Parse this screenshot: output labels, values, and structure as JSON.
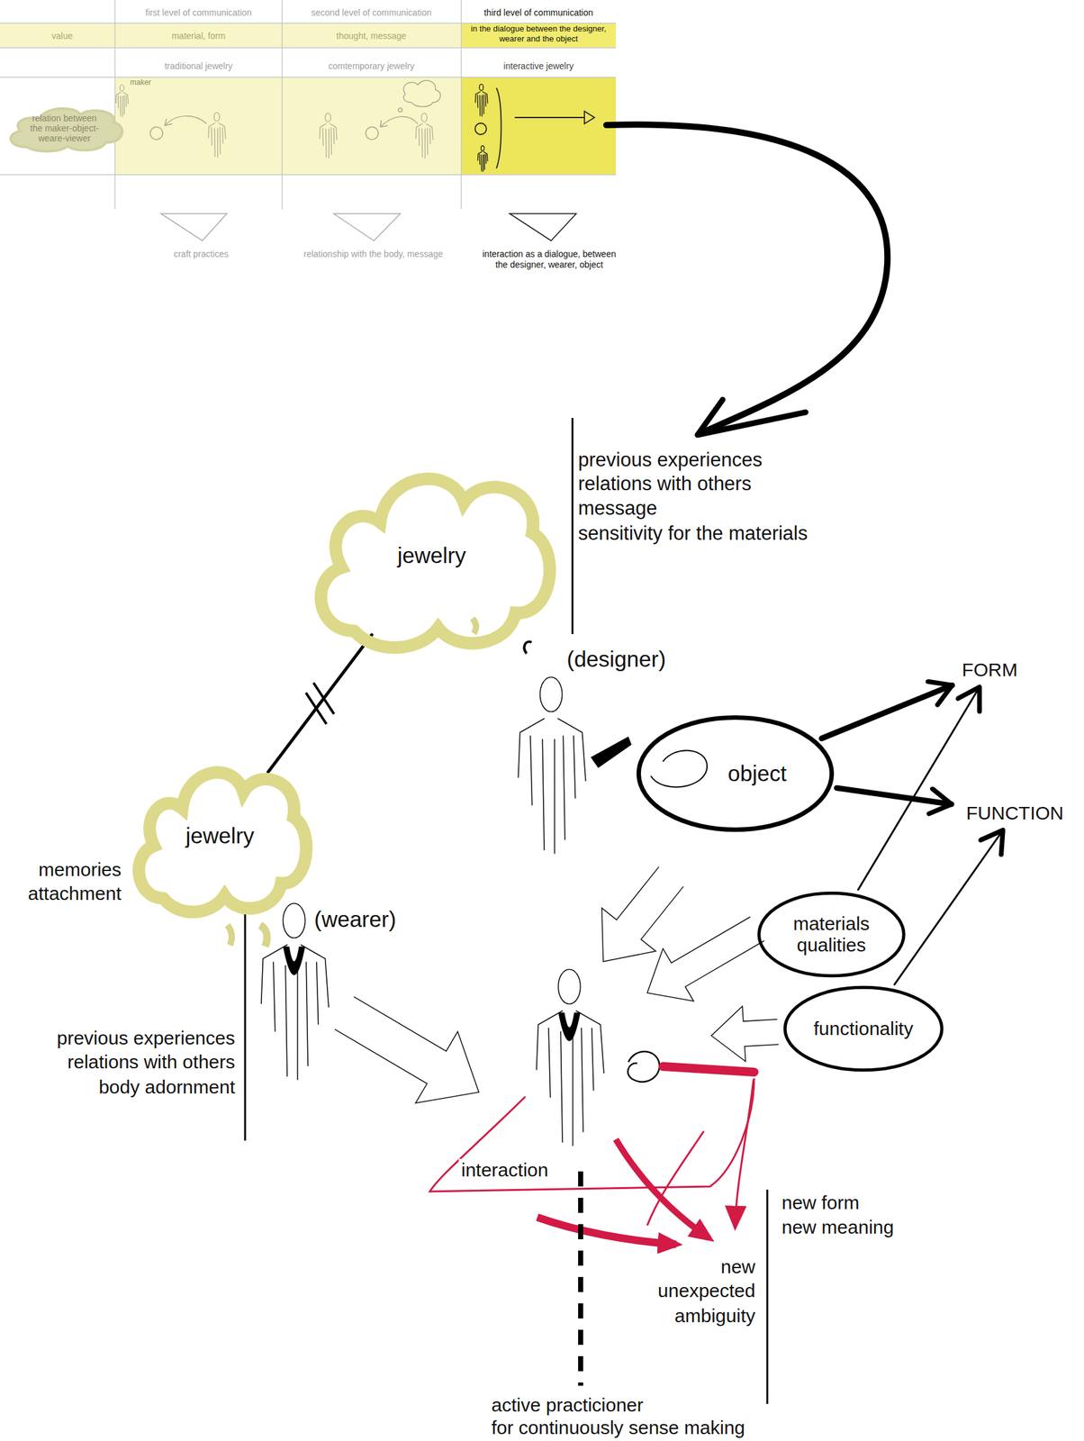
{
  "diagram": {
    "nodes": [
      {
        "text": [
          "relation between the maker-object-weare-viewer"
        ]
      },
      {
        "text": [
          "jewelry"
        ]
      },
      {
        "text": [
          "jewelry"
        ]
      },
      {
        "text": [
          "object"
        ]
      },
      {
        "text": [
          "FORM"
        ]
      },
      {
        "text": [
          "FUNCTION"
        ]
      },
      {
        "text": [
          "materials qualities"
        ]
      },
      {
        "text": [
          "functionality"
        ]
      }
    ],
    "edges": [
      {
        "from": 1,
        "to": 2,
        "arrow": "none"
      },
      {
        "from": 3,
        "to": 4,
        "arrow": "to"
      },
      {
        "from": 3,
        "to": 5,
        "arrow": "to"
      },
      {
        "from": 6,
        "to": 4,
        "arrow": "to"
      },
      {
        "from": 7,
        "to": 5,
        "arrow": "to"
      }
    ],
    "labels": [
      "first level of communication",
      "second level of communication",
      "third level of communication",
      "value",
      "material, form",
      "thought, message",
      "in the dialogue between the designer, wearer and the object",
      "traditional jewelry",
      "comtemporary jewelry",
      "interactive jewelry",
      "maker",
      "craft practices",
      "relationship with the body, message",
      "interaction as a dialogue, between the designer, wearer, object",
      "previous experiences",
      "relations with others",
      "message",
      "sensitivity for the materials",
      "(designer)",
      "(wearer)",
      "memories",
      "attachment",
      "previous experiences",
      "relations with others",
      "body adornment",
      "interaction",
      "new form",
      "new meaning",
      "new",
      "unexpected",
      "ambiguity",
      "active practicioner",
      "for continuously sense making"
    ]
  }
}
